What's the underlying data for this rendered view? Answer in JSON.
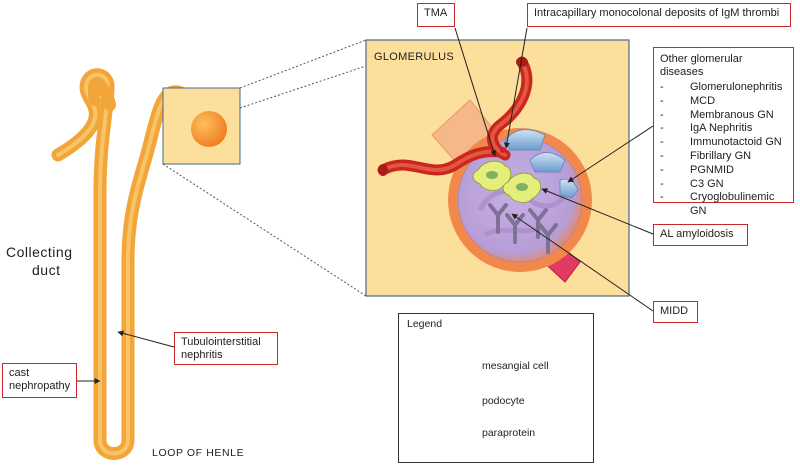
{
  "kidney": {
    "collecting_duct_label_line1": "Collecting",
    "collecting_duct_label_line2": "duct",
    "loop_of_henle_label": "Loop of Henle"
  },
  "glomerulus": {
    "title": "GLOMERULUS"
  },
  "callouts": {
    "tma": "TMA",
    "igm_thrombi": "Intracapillary monocolonal deposits of IgM thrombi",
    "al_amyloidosis": "AL amyloidosis",
    "midd": "MIDD",
    "tubulointerstitial_line1": "Tubulointerstitial",
    "tubulointerstitial_line2": "nephritis",
    "cast_line1": "cast",
    "cast_line2": "nephropathy"
  },
  "other_diseases": {
    "title": "Other glomerular diseases",
    "items": [
      "Glomerulonephritis",
      "MCD",
      "Membranous GN",
      "IgA Nephritis",
      "Immunotactoid GN",
      "Fibrillary GN",
      "PGNMID",
      "C3 GN",
      "Cryoglobulinemic GN"
    ]
  },
  "legend": {
    "title": "Legend",
    "items": [
      {
        "label": "mesangial cell",
        "icon": "mesangial-cell-icon"
      },
      {
        "label": "podocyte",
        "icon": "podocyte-icon"
      },
      {
        "label": "paraprotein",
        "icon": "paraprotein-icon"
      }
    ]
  },
  "colors": {
    "tubule": "#f5a43c",
    "glomerulus_panel": "#fbdf9a",
    "callout_border": "#c8282a",
    "vessel": "#e2412f",
    "capsule": "#f0844a",
    "tuft": "#c7a9d4",
    "mesangial": "#d8ea63",
    "podocyte": "#8fb8df",
    "paraprotein": "#8a7fa0"
  }
}
